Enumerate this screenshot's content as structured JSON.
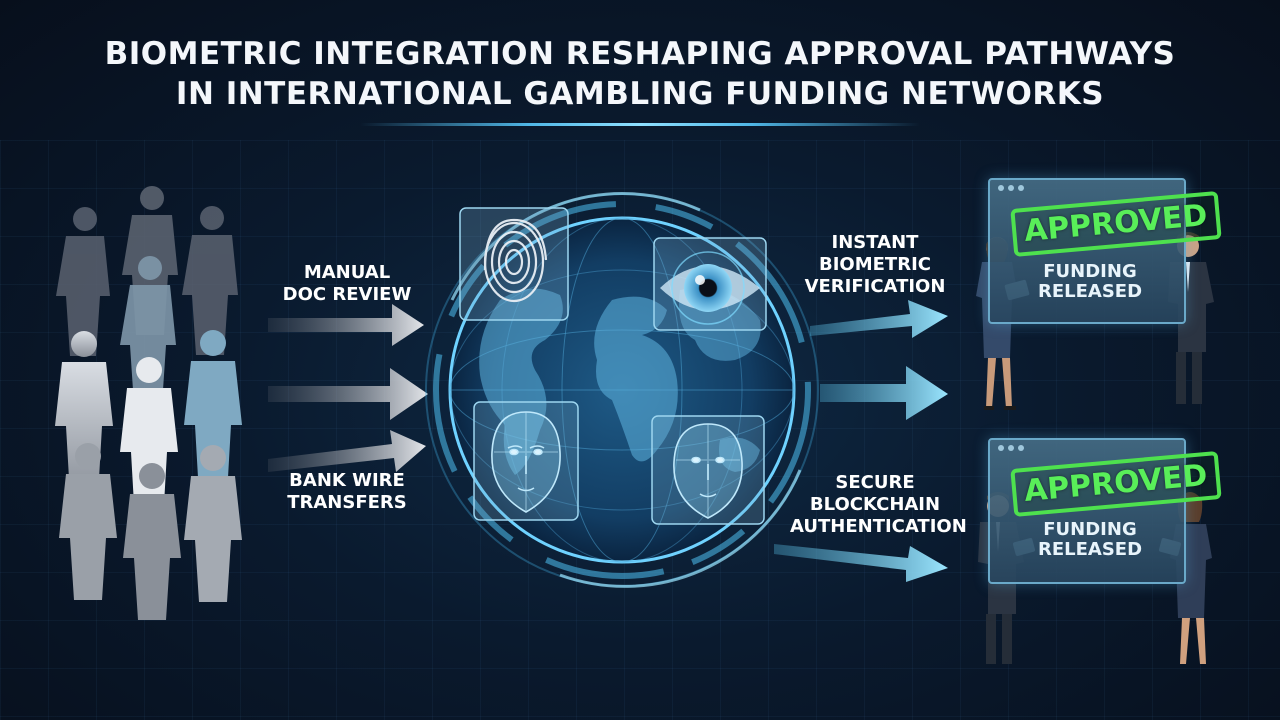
{
  "title": {
    "line1": "BIOMETRIC INTEGRATION RESHAPING APPROVAL PATHWAYS",
    "line2": "IN INTERNATIONAL GAMBLING FUNDING NETWORKS"
  },
  "left_labels": {
    "manual_line1": "MANUAL",
    "manual_line2": "DOC REVIEW",
    "bank_line1": "BANK WIRE",
    "bank_line2": "TRANSFERS"
  },
  "right_labels": {
    "instant_line1": "INSTANT",
    "instant_line2": "BIOMETRIC",
    "instant_line3": "VERIFICATION",
    "secure_line1": "SECURE",
    "secure_line2": "BLOCKCHAIN",
    "secure_line3": "AUTHENTICATION"
  },
  "outcomes": [
    {
      "stamp": "APPROVED",
      "status_line1": "FUNDING",
      "status_line2": "RELEASED"
    },
    {
      "stamp": "APPROVED",
      "status_line1": "FUNDING",
      "status_line2": "RELEASED"
    }
  ],
  "icons": [
    "fingerprint-icon",
    "eye-scan-icon",
    "face-scan-icon",
    "globe-icon",
    "person-silhouette-icon"
  ],
  "colors": {
    "background": "#0a1a2e",
    "accent": "#4fb6e6",
    "approved_green": "#4ee14e",
    "arrow_left": "#c9ccd1",
    "arrow_right": "#7fd3ee"
  }
}
